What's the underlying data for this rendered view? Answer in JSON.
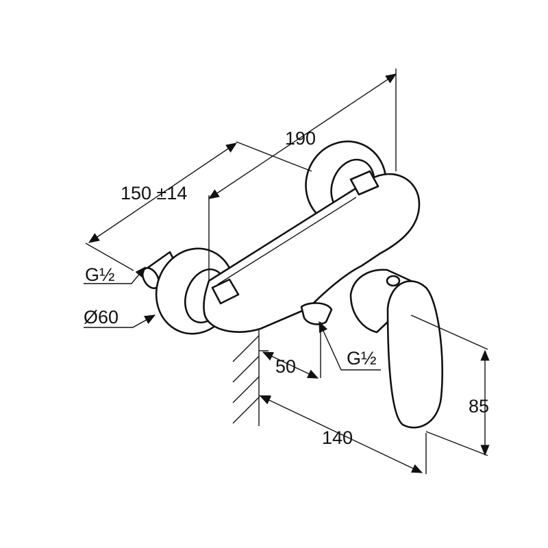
{
  "dimensions": {
    "width_total": "190",
    "projection": "150 ±14",
    "inlet_thread": "G½",
    "escutcheon_diameter": "Ø60",
    "outlet_offset": "50",
    "outlet_thread": "G½",
    "handle_depth": "140",
    "handle_height": "85"
  },
  "colors": {
    "line": "#111111",
    "background": "#ffffff"
  }
}
